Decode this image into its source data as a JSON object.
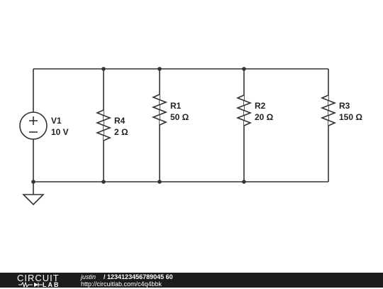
{
  "components": {
    "v1": {
      "name": "V1",
      "value": "10 V"
    },
    "r4": {
      "name": "R4",
      "value": "2 Ω"
    },
    "r1": {
      "name": "R1",
      "value": "50 Ω"
    },
    "r2": {
      "name": "R2",
      "value": "20 Ω"
    },
    "r3": {
      "name": "R3",
      "value": "150 Ω"
    }
  },
  "footer": {
    "brand_top": "CIRCUIT",
    "brand_bottom": "LAB",
    "author": "justin",
    "separator": "/",
    "circuit_id": "1234123456789045 60",
    "url": "http://circuitlab.com/c4q4bbk"
  }
}
